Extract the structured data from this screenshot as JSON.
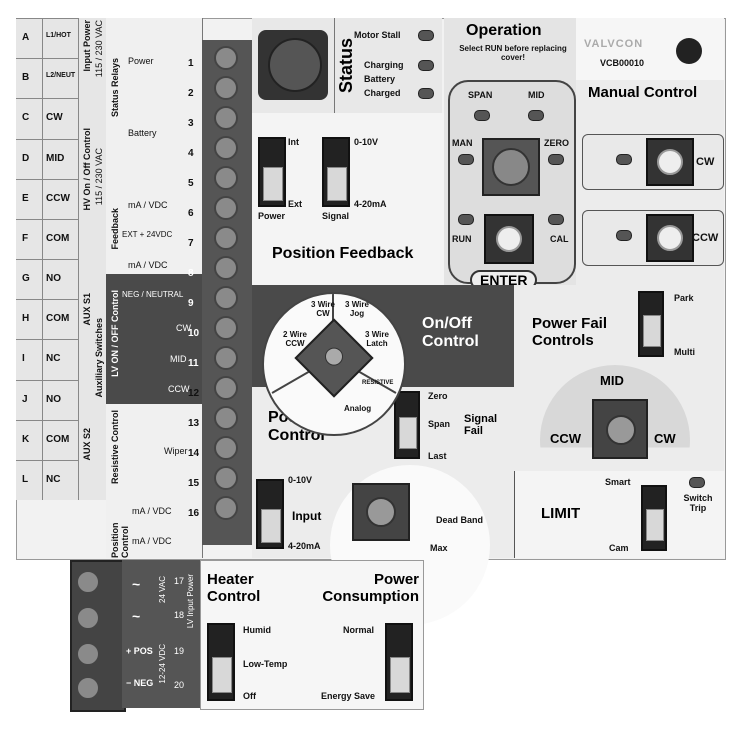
{
  "left_strip": {
    "rows": [
      {
        "letter": "A",
        "label": "L1/HOT"
      },
      {
        "letter": "B",
        "label": "L2/NEUT"
      },
      {
        "letter": "C",
        "label": "CW"
      },
      {
        "letter": "D",
        "label": "MID"
      },
      {
        "letter": "E",
        "label": "CCW"
      },
      {
        "letter": "F",
        "label": "COM"
      },
      {
        "letter": "G",
        "label": "NO"
      },
      {
        "letter": "H",
        "label": "COM"
      },
      {
        "letter": "I",
        "label": "NC"
      },
      {
        "letter": "J",
        "label": "NO"
      },
      {
        "letter": "K",
        "label": "COM"
      },
      {
        "letter": "L",
        "label": "NC"
      }
    ],
    "input_power": "Input Power",
    "input_power_v": "115 / 230 VAC",
    "hv_control": "HV On / Off Control",
    "hv_control_v": "115 / 230 VAC",
    "aux_switches": "Auxiliary Switches",
    "aux_s1": "AUX S1",
    "aux_s2": "AUX S2"
  },
  "middle_strip": {
    "status_relays": "Status Relays",
    "power": "Power",
    "battery": "Battery",
    "feedback": "Feedback",
    "fb1": "mA / VDC",
    "fb2": "EXT + 24VDC",
    "fb3": "mA / VDC",
    "lv_control": "LV ON / OFF Control",
    "neg_neutral": "NEG / NEUTRAL",
    "cw": "CW",
    "mid": "MID",
    "ccw": "CCW",
    "resistive_control": "Resistive Control",
    "wiper": "Wiper",
    "position_control": "Position Control",
    "pc1": "mA / VDC",
    "pc2": "mA / VDC",
    "terminals": [
      "1",
      "2",
      "3",
      "4",
      "5",
      "6",
      "7",
      "8",
      "9",
      "10",
      "11",
      "12",
      "13",
      "14",
      "15",
      "16"
    ],
    "plus": "+",
    "minus": "−"
  },
  "status": {
    "title": "Status",
    "motor_stall": "Motor Stall",
    "charging": "Charging",
    "battery": "Battery",
    "charged": "Charged"
  },
  "operation": {
    "title": "Operation",
    "note": "Select RUN before replacing cover!",
    "span": "SPAN",
    "mid": "MID",
    "man": "MAN",
    "zero": "ZERO",
    "run": "RUN",
    "cal": "CAL",
    "enter": "ENTER"
  },
  "brand": {
    "logo": "VALVCON",
    "model": "VCB00010"
  },
  "manual_control": {
    "title": "Manual Control",
    "cw": "CW",
    "ccw": "CCW"
  },
  "position_feedback": {
    "title": "Position Feedback",
    "int": "Int",
    "ext": "Ext",
    "power": "Power",
    "v010": "0-10V",
    "ma420": "4-20mA",
    "signal": "Signal"
  },
  "onoff": {
    "title": "On/Off Control",
    "wire3cw": "3 Wire CW",
    "wire3jog": "3 Wire Jog",
    "wire2ccw": "2 Wire CCW",
    "wire3latch": "3 Wire Latch",
    "resistive": "RESISTIVE",
    "analog": "Analog"
  },
  "position_control": {
    "title": "Position Control",
    "zero": "Zero",
    "span": "Span",
    "last": "Last",
    "signal_fail": "Signal Fail",
    "v010": "0-10V",
    "input": "Input",
    "ma420": "4-20mA",
    "dead_band": "Dead Band",
    "max": "Max"
  },
  "power_fail": {
    "title": "Power Fail Controls",
    "park": "Park",
    "multi": "Multi",
    "mid": "MID",
    "ccw": "CCW",
    "cw": "CW"
  },
  "limit": {
    "title": "LIMIT",
    "smart": "Smart",
    "cam": "Cam",
    "switch_trip": "Switch Trip"
  },
  "heater": {
    "title": "Heater Control",
    "humid": "Humid",
    "low_temp": "Low-Temp",
    "off": "Off"
  },
  "power_consumption": {
    "title": "Power Consumption",
    "normal": "Normal",
    "energy_save": "Energy Save"
  },
  "lv_input": {
    "title": "LV Input Power",
    "ac": "24 VAC",
    "dc": "12-24 VDC",
    "pos": "+ POS",
    "neg": "− NEG",
    "t17": "17",
    "t18": "18",
    "t19": "19",
    "t20": "20",
    "tilde": "~"
  }
}
